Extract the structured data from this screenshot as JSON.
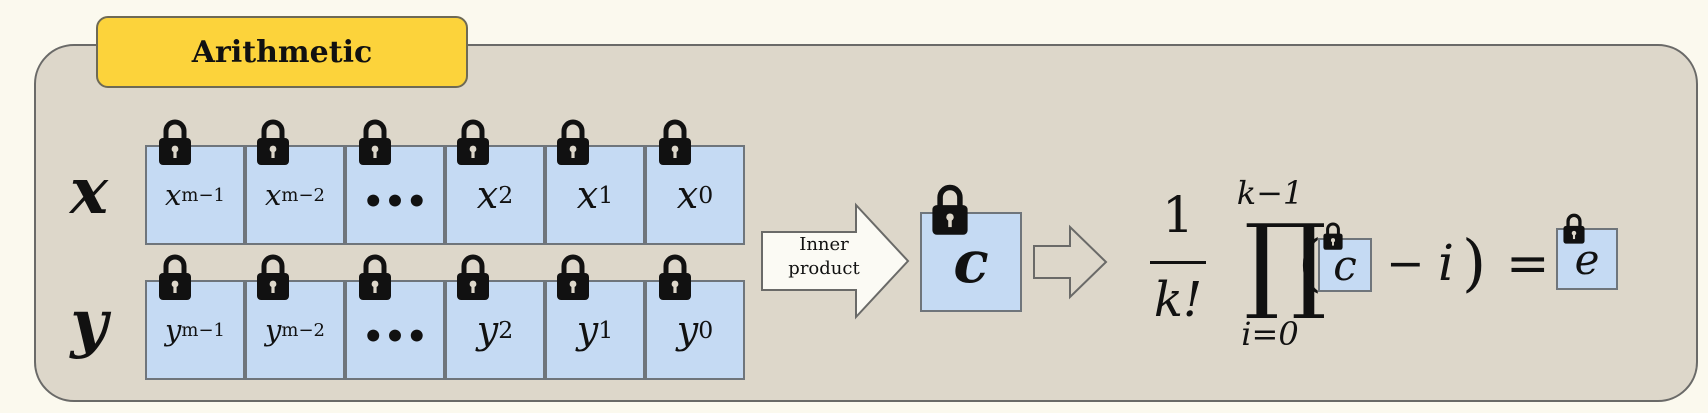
{
  "title": "Arithmetic",
  "x_row": {
    "label": "x",
    "cells": [
      {
        "base": "x",
        "sub": "m−1"
      },
      {
        "base": "x",
        "sub": "m−2"
      },
      {
        "base": "•••",
        "sub": ""
      },
      {
        "base": "x",
        "sub": "2"
      },
      {
        "base": "x",
        "sub": "1"
      },
      {
        "base": "x",
        "sub": "0"
      }
    ]
  },
  "y_row": {
    "label": "y",
    "cells": [
      {
        "base": "y",
        "sub": "m−1"
      },
      {
        "base": "y",
        "sub": "m−2"
      },
      {
        "base": "•••",
        "sub": ""
      },
      {
        "base": "y",
        "sub": "2"
      },
      {
        "base": "y",
        "sub": "1"
      },
      {
        "base": "y",
        "sub": "0"
      }
    ]
  },
  "arrow_label_line1": "Inner",
  "arrow_label_line2": "product",
  "result_var": "c",
  "formula": {
    "numerator": "1",
    "denominator": "k!",
    "product_symbol": "∏",
    "upper_limit": "k−1",
    "lower_limit": "i=0",
    "open_paren": "(",
    "inner_var": "c",
    "minus": "−",
    "index_var": "i",
    "close_paren": ")",
    "equals": "=",
    "output_var": "e"
  },
  "colors": {
    "background": "#fbf9ee",
    "panel": "#ddd7ca",
    "badge": "#fcd33b",
    "cell": "#c5daf3",
    "ink": "#111111"
  },
  "icons": [
    "lock-icon",
    "block-arrow-icon",
    "hollow-arrow-icon"
  ]
}
